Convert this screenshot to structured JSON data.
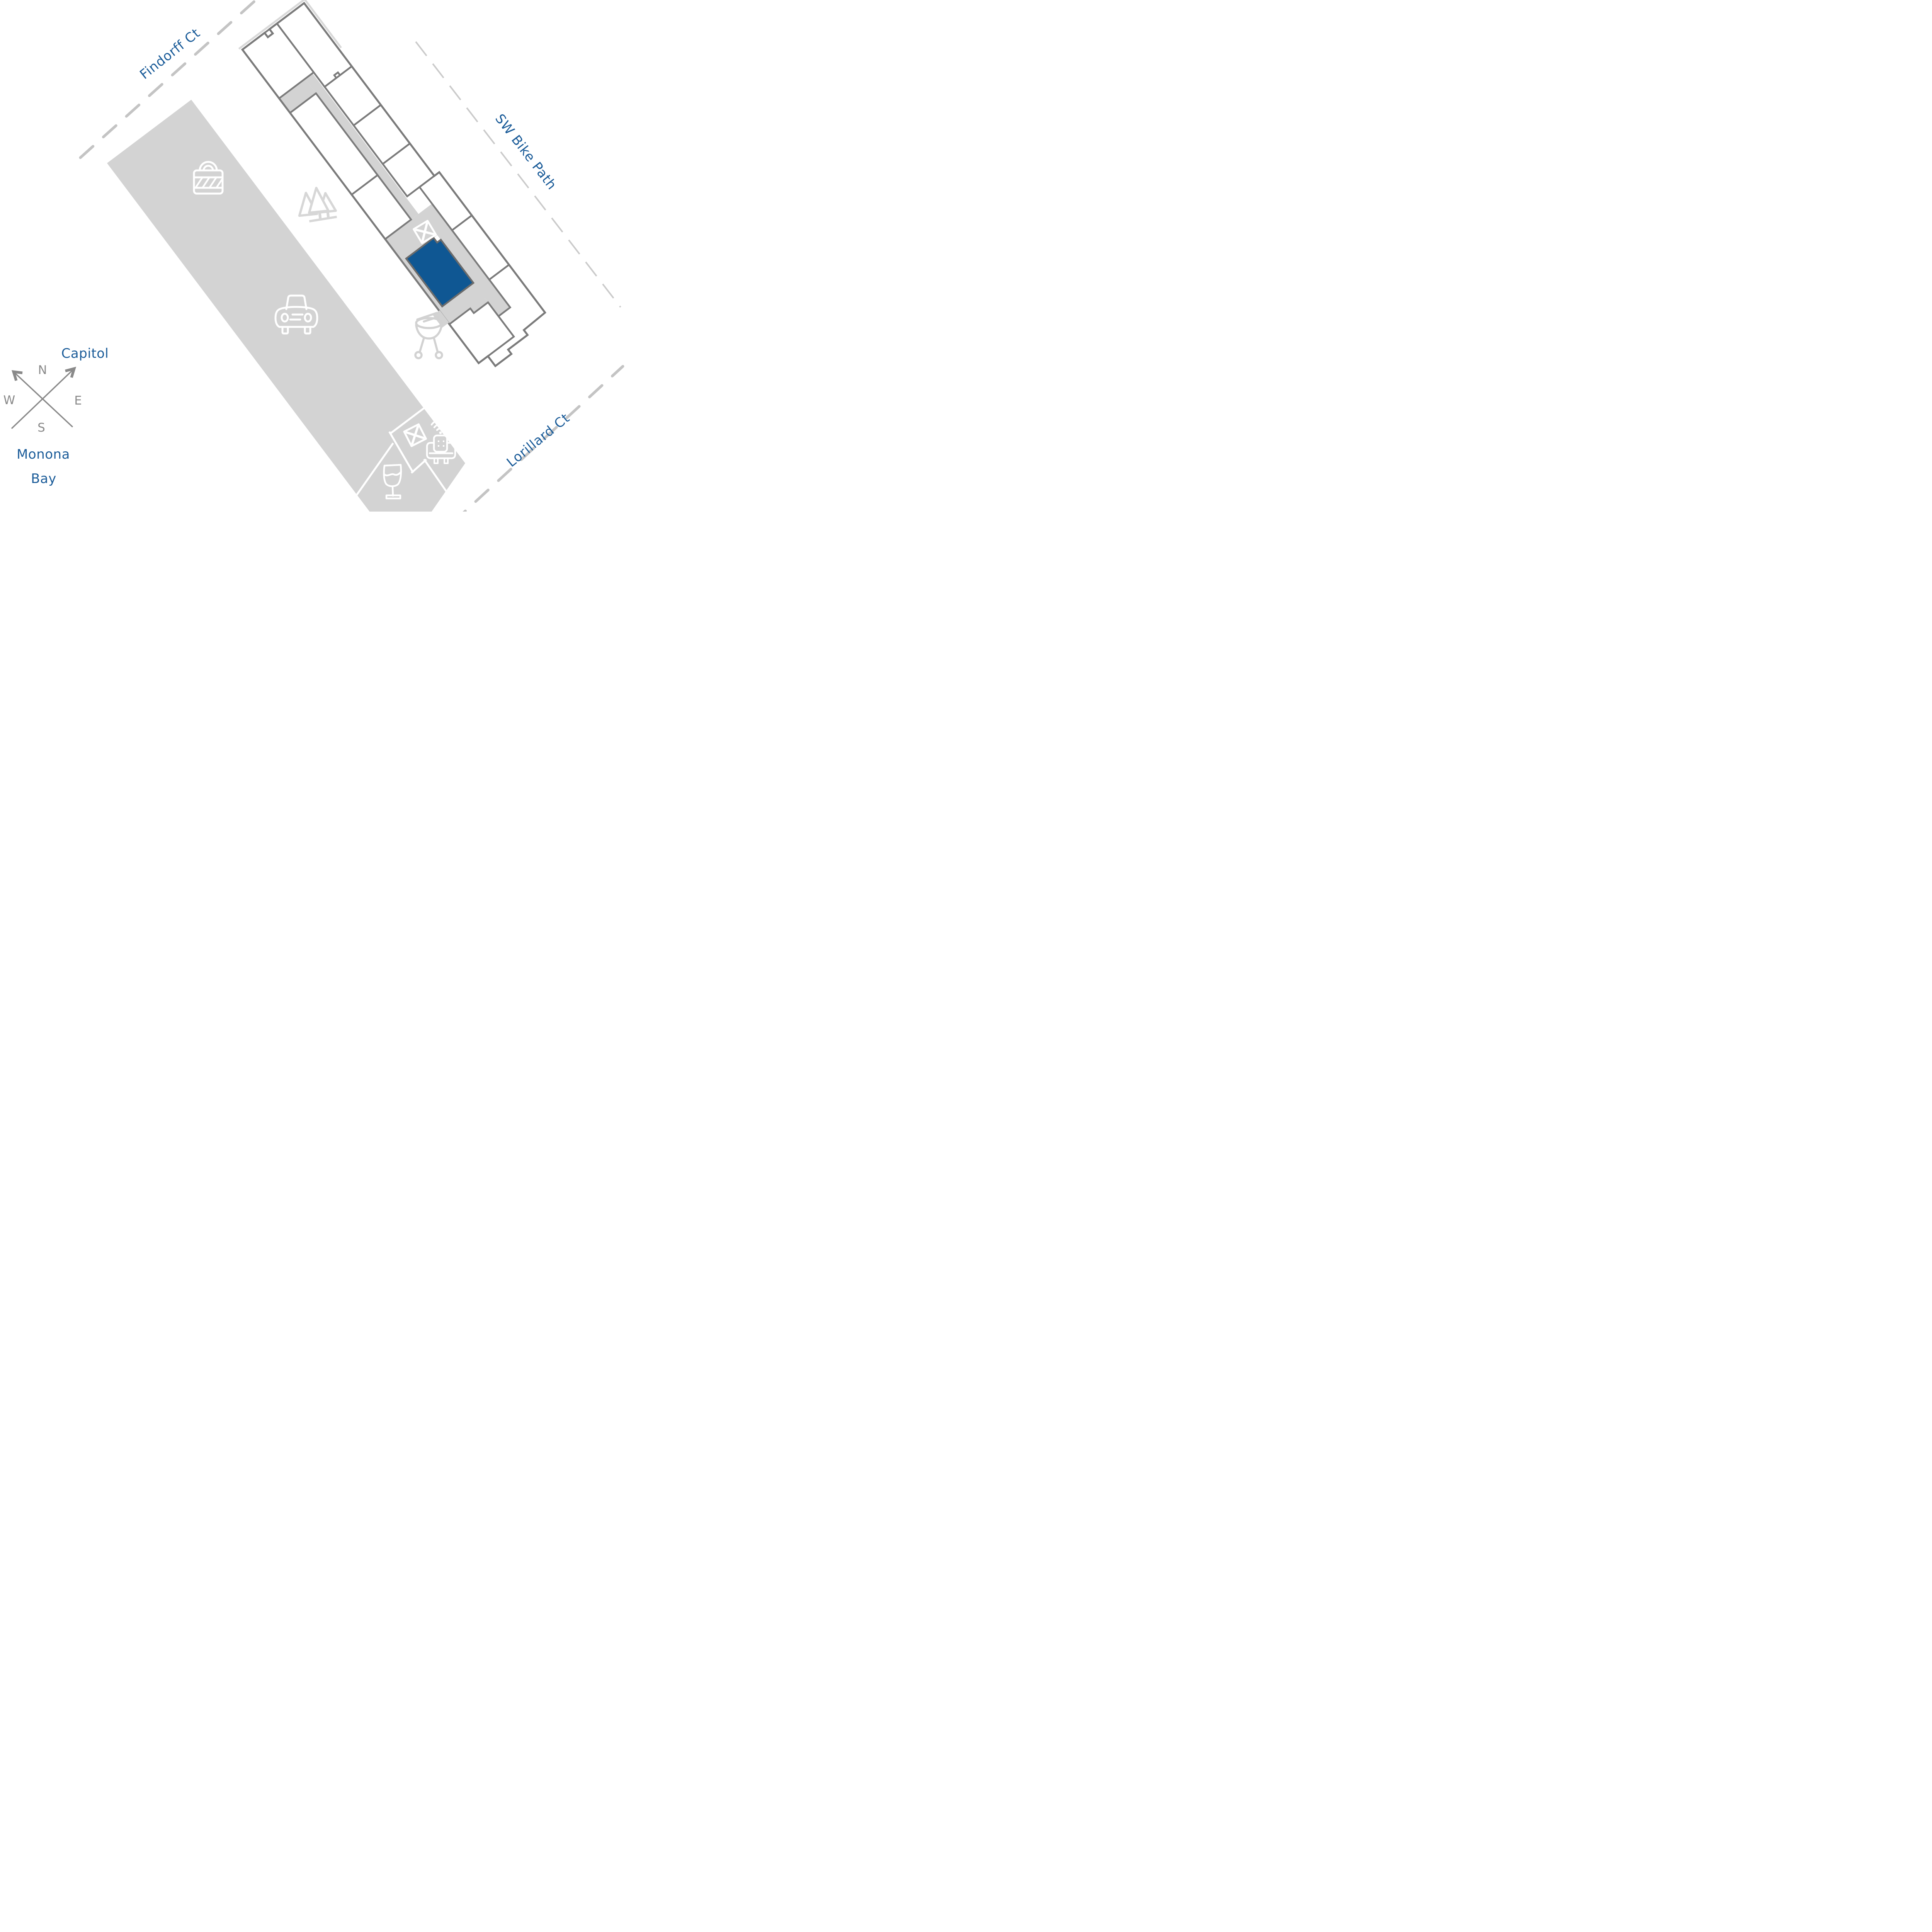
{
  "map": {
    "streets": {
      "findorff": "Findorff Ct",
      "sw_bike_path": "SW Bike Path",
      "lorillard": "Lorillard Ct"
    },
    "landmarks": {
      "capitol": "Capitol",
      "monona_line1": "Monona",
      "monona_line2": "Bay"
    },
    "compass": {
      "north": "N",
      "east": "E",
      "south": "S",
      "west": "W"
    },
    "selected_unit": {
      "selected": true,
      "fill": "#0f5793"
    },
    "colors": {
      "street_label": "#1b5c99",
      "building_stroke": "#7b7b7b",
      "area_gray": "#d3d3d3",
      "street_dash": "#c4c4c4",
      "bike_path_dash": "#cbcbcb",
      "compass_gray": "#8a8a8a",
      "icon_on_gray": "#ffffff",
      "icon_on_white": "#d2d2d2"
    },
    "icons": {
      "storage": "padlock-icon",
      "parking": "car-icon",
      "green_space": "trees-icon",
      "grilling": "grill-icon",
      "stairs_building": "x-box-icon",
      "stairs_amenity": "x-box-icon",
      "lounge": "armchair-wifi-icon",
      "wine_bar": "wine-glass-icon"
    }
  }
}
